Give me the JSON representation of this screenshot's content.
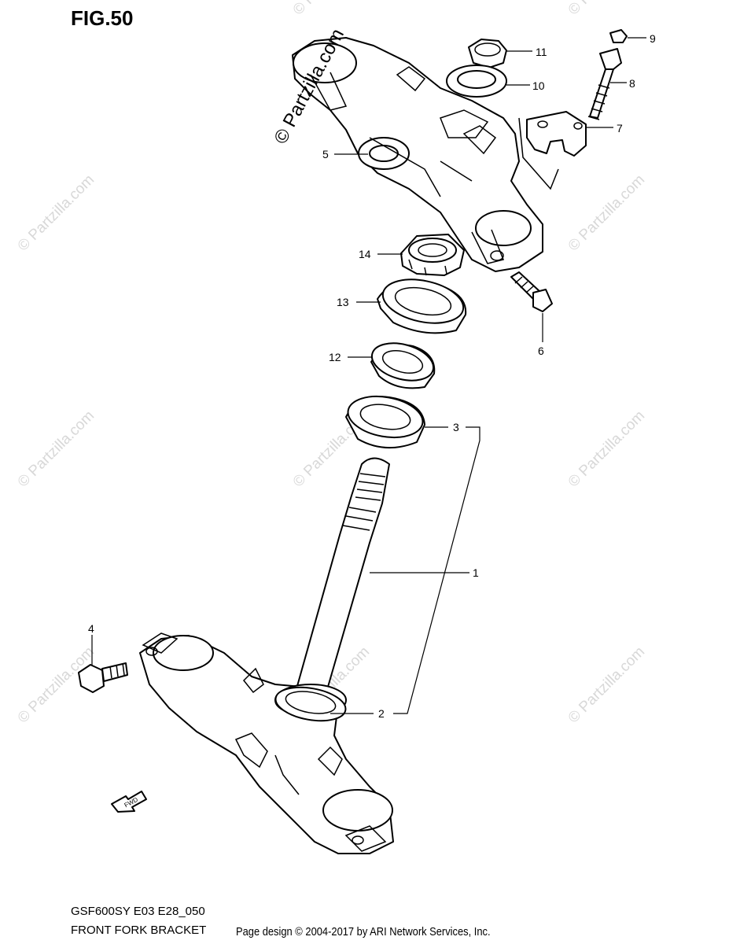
{
  "figure": {
    "title": "FIG.50",
    "model": "GSF600SY E03 E28_050",
    "section": "FRONT FORK BRACKET",
    "credit": "Page design © 2004-2017 by ARI Network Services, Inc.",
    "watermark_main": "© Partzilla.com",
    "watermark_tile": "© Partzilla.com",
    "fwd_label": "FWD"
  },
  "callouts": [
    {
      "id": "1",
      "label": "1"
    },
    {
      "id": "2",
      "label": "2"
    },
    {
      "id": "3",
      "label": "3"
    },
    {
      "id": "4",
      "label": "4"
    },
    {
      "id": "5",
      "label": "5"
    },
    {
      "id": "6",
      "label": "6"
    },
    {
      "id": "7",
      "label": "7"
    },
    {
      "id": "8",
      "label": "8"
    },
    {
      "id": "9",
      "label": "9"
    },
    {
      "id": "10",
      "label": "10"
    },
    {
      "id": "11",
      "label": "11"
    },
    {
      "id": "12",
      "label": "12"
    },
    {
      "id": "13",
      "label": "13"
    },
    {
      "id": "14",
      "label": "14"
    }
  ]
}
